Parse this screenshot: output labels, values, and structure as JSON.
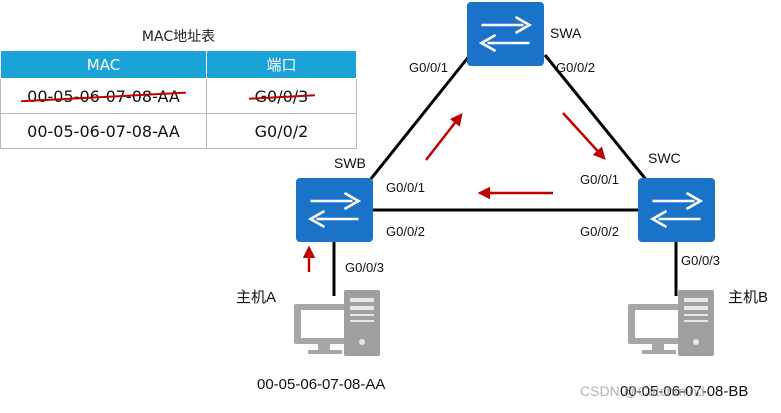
{
  "mac_table": {
    "title": "MAC地址表",
    "headers": [
      "MAC",
      "端口"
    ],
    "rows": [
      {
        "mac": "00-05-06-07-08-AA",
        "port": "G0/0/3",
        "struck": true
      },
      {
        "mac": "00-05-06-07-08-AA",
        "port": "G0/0/2",
        "struck": false
      }
    ]
  },
  "switches": {
    "swa": {
      "label": "SWA",
      "ports": {
        "g1": "G0/0/1",
        "g2": "G0/0/2"
      }
    },
    "swb": {
      "label": "SWB",
      "ports": {
        "g1": "G0/0/1",
        "g2": "G0/0/2",
        "g3": "G0/0/3"
      }
    },
    "swc": {
      "label": "SWC",
      "ports": {
        "g1": "G0/0/1",
        "g2": "G0/0/2",
        "g3": "G0/0/3"
      }
    }
  },
  "hosts": {
    "host_a": {
      "label": "主机A",
      "mac": "00-05-06-07-08-AA"
    },
    "host_b": {
      "label": "主机B",
      "mac": "00-05-06-07-08-BB"
    }
  },
  "watermark": "CSDN @Catchmind",
  "colors": {
    "switch": "#1a73c8",
    "table_header": "#1ba2d6",
    "arrow": "#c00000",
    "host": "#a7a7a7",
    "link": "#000000"
  }
}
